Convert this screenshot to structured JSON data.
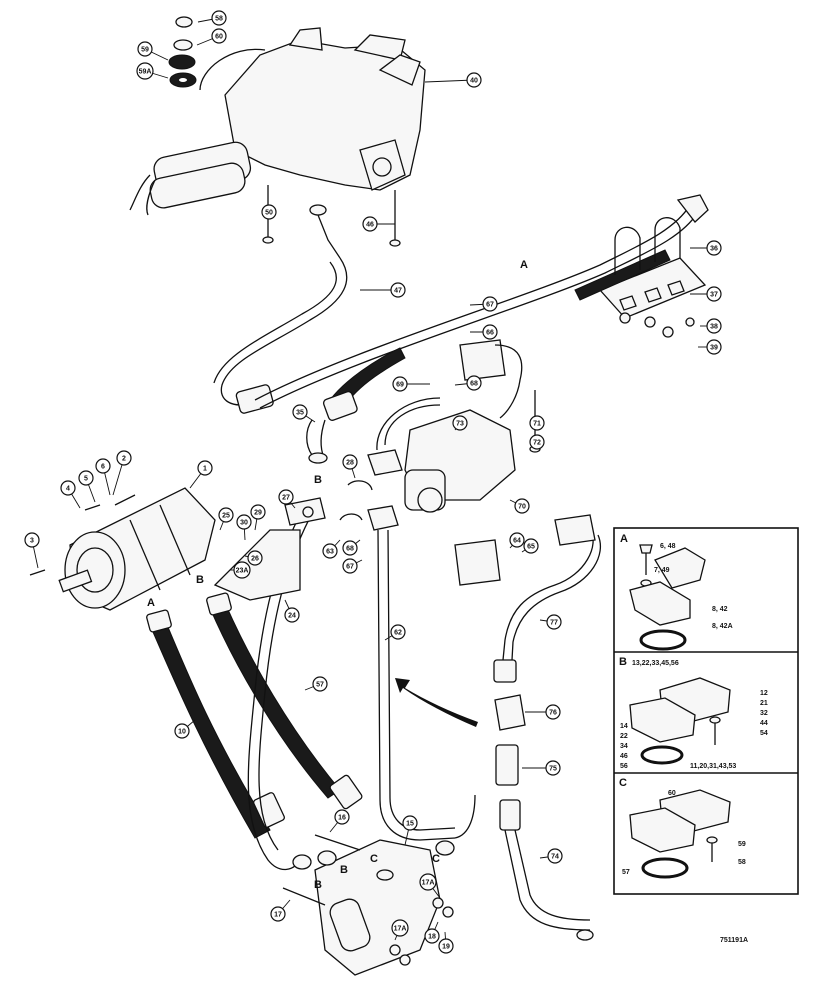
{
  "callouts": [
    {
      "label": "58"
    },
    {
      "label": "60"
    },
    {
      "label": "59"
    },
    {
      "label": "59A"
    },
    {
      "label": "40"
    },
    {
      "label": "50"
    },
    {
      "label": "46"
    },
    {
      "label": "36"
    },
    {
      "label": "47"
    },
    {
      "label": "37"
    },
    {
      "label": "67"
    },
    {
      "label": "66"
    },
    {
      "label": "38"
    },
    {
      "label": "39"
    },
    {
      "label": "69"
    },
    {
      "label": "68"
    },
    {
      "label": "35"
    },
    {
      "label": "73"
    },
    {
      "label": "71"
    },
    {
      "label": "72"
    },
    {
      "label": "70"
    },
    {
      "label": "28"
    },
    {
      "label": "1"
    },
    {
      "label": "2"
    },
    {
      "label": "4"
    },
    {
      "label": "5"
    },
    {
      "label": "6"
    },
    {
      "label": "3"
    },
    {
      "label": "25"
    },
    {
      "label": "30"
    },
    {
      "label": "29"
    },
    {
      "label": "27"
    },
    {
      "label": "26"
    },
    {
      "label": "23A"
    },
    {
      "label": "63"
    },
    {
      "label": "68"
    },
    {
      "label": "67"
    },
    {
      "label": "24"
    },
    {
      "label": "64"
    },
    {
      "label": "65"
    },
    {
      "label": "77"
    },
    {
      "label": "62"
    },
    {
      "label": "57"
    },
    {
      "label": "10"
    },
    {
      "label": "76"
    },
    {
      "label": "75"
    },
    {
      "label": "16"
    },
    {
      "label": "15"
    },
    {
      "label": "74"
    },
    {
      "label": "17"
    },
    {
      "label": "17A"
    },
    {
      "label": "17A"
    },
    {
      "label": "18"
    },
    {
      "label": "19"
    }
  ],
  "letters": [
    "A",
    "B",
    "B",
    "A",
    "B",
    "B",
    "C",
    "C",
    "B"
  ],
  "insets": {
    "a": {
      "letter": "A",
      "labels": [
        "6, 48",
        "7, 49",
        "8, 42",
        "8, 42A"
      ]
    },
    "b": {
      "letter": "B",
      "header": "13,22,33,45,56",
      "labels": [
        "12",
        "21",
        "32",
        "44",
        "54",
        "14",
        "22",
        "34",
        "46",
        "56",
        "11,20,31,43,53"
      ]
    },
    "c": {
      "letter": "C",
      "labels": [
        "60",
        "59",
        "58",
        "57"
      ]
    }
  },
  "reference": "751191A"
}
